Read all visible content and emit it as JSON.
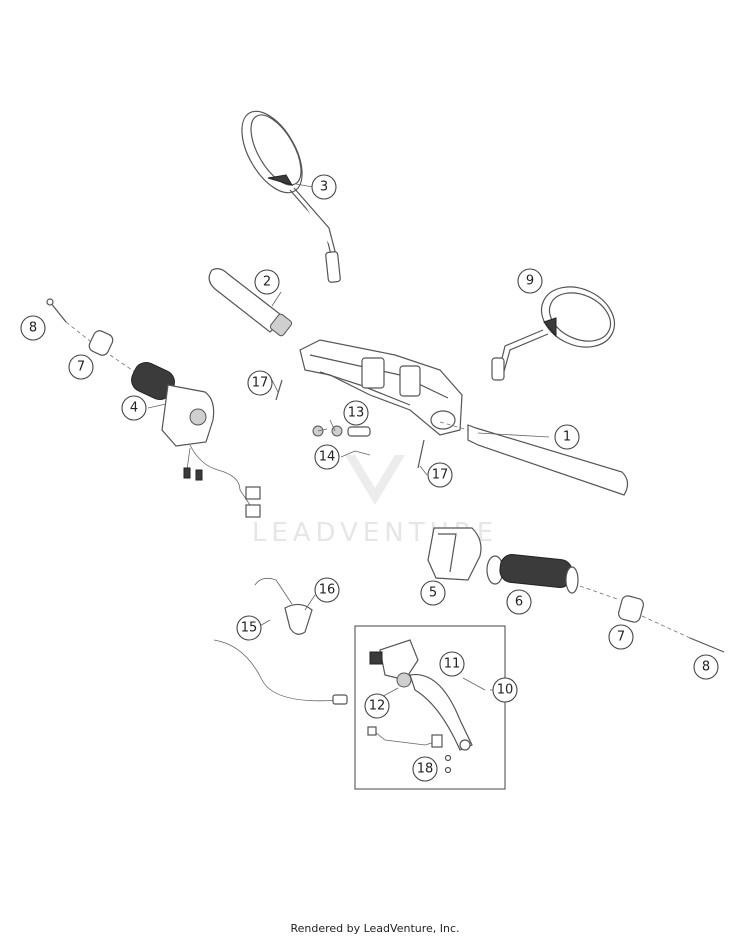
{
  "diagram": {
    "watermark": "LEADVENTURE",
    "footer": "Rendered by LeadVenture, Inc."
  },
  "callouts": [
    {
      "id": "c1",
      "label": "1"
    },
    {
      "id": "c2",
      "label": "2"
    },
    {
      "id": "c3",
      "label": "3"
    },
    {
      "id": "c4",
      "label": "4"
    },
    {
      "id": "c5",
      "label": "5"
    },
    {
      "id": "c6",
      "label": "6"
    },
    {
      "id": "c7a",
      "label": "7"
    },
    {
      "id": "c7b",
      "label": "7"
    },
    {
      "id": "c8a",
      "label": "8"
    },
    {
      "id": "c8b",
      "label": "8"
    },
    {
      "id": "c9",
      "label": "9"
    },
    {
      "id": "c10",
      "label": "10"
    },
    {
      "id": "c11",
      "label": "11"
    },
    {
      "id": "c12",
      "label": "12"
    },
    {
      "id": "c13",
      "label": "13"
    },
    {
      "id": "c14",
      "label": "14"
    },
    {
      "id": "c15",
      "label": "15"
    },
    {
      "id": "c16",
      "label": "16"
    },
    {
      "id": "c17a",
      "label": "17"
    },
    {
      "id": "c17b",
      "label": "17"
    },
    {
      "id": "c18",
      "label": "18"
    }
  ]
}
